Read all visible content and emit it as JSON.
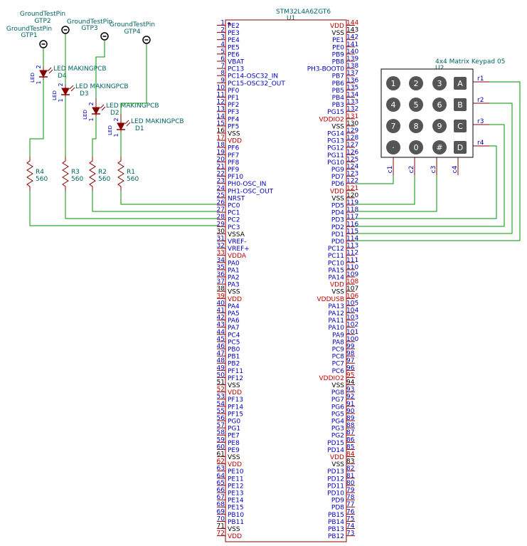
{
  "mcu": {
    "ref": "U1",
    "value": "STM32L4A6ZGT6",
    "left_pins": [
      [
        "1",
        "PE2"
      ],
      [
        "2",
        "PE3"
      ],
      [
        "3",
        "PE4"
      ],
      [
        "4",
        "PE5"
      ],
      [
        "5",
        "PE6"
      ],
      [
        "6",
        "VBAT"
      ],
      [
        "7",
        "PC13"
      ],
      [
        "8",
        "PC14-OSC32_IN"
      ],
      [
        "9",
        "PC15-OSC32_OUT"
      ],
      [
        "10",
        "PF0"
      ],
      [
        "11",
        "PF1"
      ],
      [
        "12",
        "PF2"
      ],
      [
        "13",
        "PF3"
      ],
      [
        "14",
        "PF4"
      ],
      [
        "15",
        "PF5"
      ],
      [
        "16",
        "VSS"
      ],
      [
        "17",
        "VDD"
      ],
      [
        "18",
        "PF6"
      ],
      [
        "19",
        "PF7"
      ],
      [
        "20",
        "PF8"
      ],
      [
        "21",
        "PF9"
      ],
      [
        "22",
        "PF10"
      ],
      [
        "23",
        "PH0-OSC_IN"
      ],
      [
        "24",
        "PH1-OSC_OUT"
      ],
      [
        "25",
        "NRST"
      ],
      [
        "26",
        "PC0"
      ],
      [
        "27",
        "PC1"
      ],
      [
        "28",
        "PC2"
      ],
      [
        "29",
        "PC3"
      ],
      [
        "30",
        "VSSA"
      ],
      [
        "31",
        "VREF-"
      ],
      [
        "32",
        "VREF+"
      ],
      [
        "33",
        "VDDA"
      ],
      [
        "34",
        "PA0"
      ],
      [
        "35",
        "PA1"
      ],
      [
        "36",
        "PA2"
      ],
      [
        "37",
        "PA3"
      ],
      [
        "38",
        "VSS"
      ],
      [
        "39",
        "VDD"
      ],
      [
        "40",
        "PA4"
      ],
      [
        "41",
        "PA5"
      ],
      [
        "42",
        "PA6"
      ],
      [
        "43",
        "PA7"
      ],
      [
        "44",
        "PC4"
      ],
      [
        "45",
        "PC5"
      ],
      [
        "46",
        "PB0"
      ],
      [
        "47",
        "PB1"
      ],
      [
        "48",
        "PB2"
      ],
      [
        "49",
        "PF11"
      ],
      [
        "50",
        "PF12"
      ],
      [
        "51",
        "VSS"
      ],
      [
        "52",
        "VDD"
      ],
      [
        "53",
        "PF13"
      ],
      [
        "54",
        "PF14"
      ],
      [
        "55",
        "PF15"
      ],
      [
        "56",
        "PG0"
      ],
      [
        "57",
        "PG1"
      ],
      [
        "58",
        "PE7"
      ],
      [
        "59",
        "PE8"
      ],
      [
        "60",
        "PE9"
      ],
      [
        "61",
        "VSS"
      ],
      [
        "62",
        "VDD"
      ],
      [
        "63",
        "PE10"
      ],
      [
        "64",
        "PE11"
      ],
      [
        "65",
        "PE12"
      ],
      [
        "66",
        "PE13"
      ],
      [
        "67",
        "PE14"
      ],
      [
        "68",
        "PE15"
      ],
      [
        "69",
        "PB10"
      ],
      [
        "70",
        "PB11"
      ],
      [
        "71",
        "VSS"
      ],
      [
        "72",
        "VDD"
      ]
    ],
    "right_pins": [
      [
        "144",
        "VDD"
      ],
      [
        "143",
        "VSS"
      ],
      [
        "142",
        "PE1"
      ],
      [
        "141",
        "PE0"
      ],
      [
        "140",
        "PB9"
      ],
      [
        "139",
        "PB8"
      ],
      [
        "138",
        "PH3-BOOT0"
      ],
      [
        "137",
        "PB7"
      ],
      [
        "136",
        "PB6"
      ],
      [
        "135",
        "PB5"
      ],
      [
        "134",
        "PB4"
      ],
      [
        "133",
        "PB3"
      ],
      [
        "132",
        "PG15"
      ],
      [
        "131",
        "VDDIO2"
      ],
      [
        "130",
        "VSS"
      ],
      [
        "129",
        "PG14"
      ],
      [
        "128",
        "PG13"
      ],
      [
        "127",
        "PG12"
      ],
      [
        "126",
        "PG11"
      ],
      [
        "125",
        "PG10"
      ],
      [
        "124",
        "PG9"
      ],
      [
        "123",
        "PD7"
      ],
      [
        "122",
        "PD6"
      ],
      [
        "121",
        "VDD"
      ],
      [
        "120",
        "VSS"
      ],
      [
        "119",
        "PD5"
      ],
      [
        "118",
        "PD4"
      ],
      [
        "117",
        "PD3"
      ],
      [
        "116",
        "PD2"
      ],
      [
        "115",
        "PD1"
      ],
      [
        "114",
        "PD0"
      ],
      [
        "113",
        "PC12"
      ],
      [
        "112",
        "PC11"
      ],
      [
        "111",
        "PC10"
      ],
      [
        "110",
        "PA15"
      ],
      [
        "109",
        "PA14"
      ],
      [
        "108",
        "VDD"
      ],
      [
        "107",
        "VSS"
      ],
      [
        "106",
        "VDDUSB"
      ],
      [
        "105",
        "PA13"
      ],
      [
        "104",
        "PA12"
      ],
      [
        "103",
        "PA11"
      ],
      [
        "102",
        "PA10"
      ],
      [
        "101",
        "PA9"
      ],
      [
        "100",
        "PA8"
      ],
      [
        "99",
        "PC9"
      ],
      [
        "98",
        "PC8"
      ],
      [
        "97",
        "PC7"
      ],
      [
        "96",
        "PC6"
      ],
      [
        "95",
        "VDDIO2"
      ],
      [
        "94",
        "VSS"
      ],
      [
        "93",
        "PG8"
      ],
      [
        "92",
        "PG7"
      ],
      [
        "91",
        "PG6"
      ],
      [
        "90",
        "PG5"
      ],
      [
        "89",
        "PG4"
      ],
      [
        "88",
        "PG3"
      ],
      [
        "87",
        "PG2"
      ],
      [
        "86",
        "PD15"
      ],
      [
        "85",
        "PD14"
      ],
      [
        "84",
        "VDD"
      ],
      [
        "83",
        "VSS"
      ],
      [
        "82",
        "PD13"
      ],
      [
        "81",
        "PD12"
      ],
      [
        "80",
        "PD11"
      ],
      [
        "79",
        "PD10"
      ],
      [
        "78",
        "PD9"
      ],
      [
        "77",
        "PD8"
      ],
      [
        "76",
        "PB15"
      ],
      [
        "75",
        "PB14"
      ],
      [
        "74",
        "PB13"
      ],
      [
        "73",
        "PB12"
      ]
    ]
  },
  "keypad": {
    "title": "4x4 Matrix Keypad 05",
    "ref": "U2",
    "keys": [
      "1",
      "2",
      "3",
      "A",
      "4",
      "5",
      "6",
      "B",
      "7",
      "8",
      "9",
      "C",
      "·",
      "0",
      "#",
      "D"
    ],
    "row_pins": [
      "r1",
      "r2",
      "r3",
      "r4"
    ],
    "col_pins": [
      "c1",
      "c2",
      "c3",
      "c4"
    ]
  },
  "test_pins": [
    {
      "title": "GroundTestPin",
      "ref": "GTP1"
    },
    {
      "title": "GroundTestPin",
      "ref": "GTP2"
    },
    {
      "title": "GroundTestPin",
      "ref": "GTP3"
    },
    {
      "title": "GroundTestPin",
      "ref": "GTP4"
    }
  ],
  "leds": [
    {
      "value": "LED MAKINGPCB",
      "ref": "D1"
    },
    {
      "value": "LED MAKINGPCB",
      "ref": "D2"
    },
    {
      "value": "LED MAKINGPCB",
      "ref": "D3"
    },
    {
      "value": "LED MAKINGPCB",
      "ref": "D4"
    }
  ],
  "led_pin_labels": {
    "pin1": "1",
    "pin2": "2",
    "side": "LED"
  },
  "resistors": [
    {
      "ref": "R1",
      "value": "560"
    },
    {
      "ref": "R2",
      "value": "560"
    },
    {
      "ref": "R3",
      "value": "560"
    },
    {
      "ref": "R4",
      "value": "560"
    }
  ],
  "colors": {
    "body_outline": "#840000",
    "pin_name": "#0000c4",
    "power_pin": "#c40000",
    "ground_pin": "#000000",
    "wire": "#009600",
    "ref_text": "#006464",
    "key_fill": "#555555"
  }
}
